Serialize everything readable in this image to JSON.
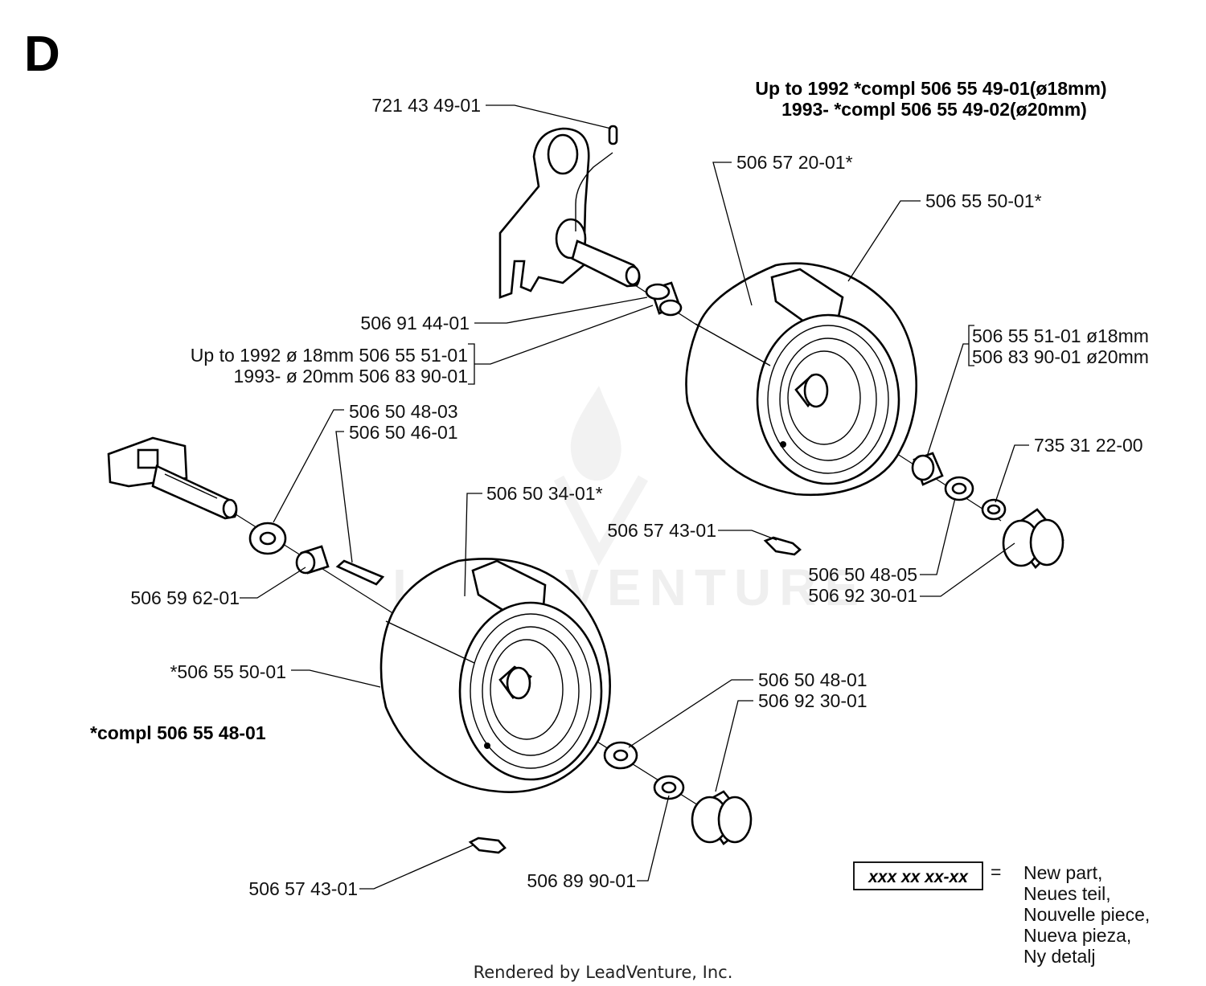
{
  "section_letter": "D",
  "header_notes": [
    "Up to 1992 *compl 506 55 49-01(ø18mm)",
    "1993- *compl 506 55 49-02(ø20mm)"
  ],
  "callouts": [
    "721 43 49-01",
    "506 57 20-01*",
    "506 55 50-01*",
    "506 91 44-01",
    "Up to 1992 ø 18mm 506 55 51-01",
    "1993- ø 20mm 506 83 90-01",
    "506 55 51-01 ø18mm",
    "506 83 90-01 ø20mm",
    "506 50 48-03",
    "506 50 46-01",
    "735 31 22-00",
    "506 50 34-01*",
    "506 57 43-01",
    "506 50 48-05",
    "506 92 30-01",
    "506 59 62-01",
    "*506 55 50-01",
    "506 50 48-01",
    "506 92 30-01",
    "506 57 43-01",
    "506 89 90-01"
  ],
  "kit_note": "*compl 506 55 48-01",
  "legend": {
    "key": "xxx xx xx-xx",
    "equals": "=",
    "meanings": [
      "New part,",
      "Neues teil,",
      "Nouvelle piece,",
      "Nueva pieza,",
      "Ny detalj"
    ]
  },
  "watermark": "LEADVENTURE",
  "footer": "Rendered by LeadVenture, Inc."
}
